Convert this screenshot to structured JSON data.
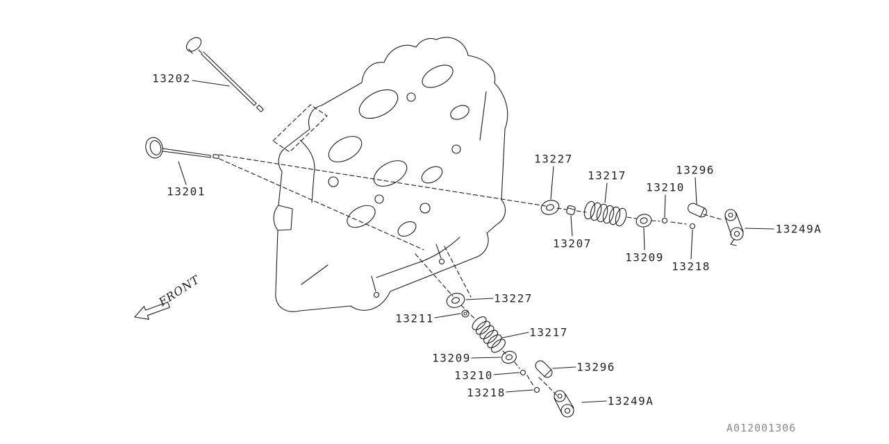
{
  "diagram": {
    "code": "A012001306",
    "front_label": "FRONT",
    "colors": {
      "line": "#1a1a1a",
      "label_text": "#1f1f1f",
      "code_text": "#8a8a8a",
      "background": "#ffffff"
    },
    "parts": {
      "p13202": "13202",
      "p13201": "13201",
      "p13227_top": "13227",
      "p13217_top": "13217",
      "p13210_top": "13210",
      "p13296_top": "13296",
      "p13207": "13207",
      "p13209_top": "13209",
      "p13218_top": "13218",
      "p13249A_top": "13249A",
      "p13227_bottom": "13227",
      "p13211": "13211",
      "p13217_bottom": "13217",
      "p13209_bottom": "13209",
      "p13296_bottom": "13296",
      "p13210_bottom": "13210",
      "p13218_bottom": "13218",
      "p13249A_bottom": "13249A"
    }
  }
}
